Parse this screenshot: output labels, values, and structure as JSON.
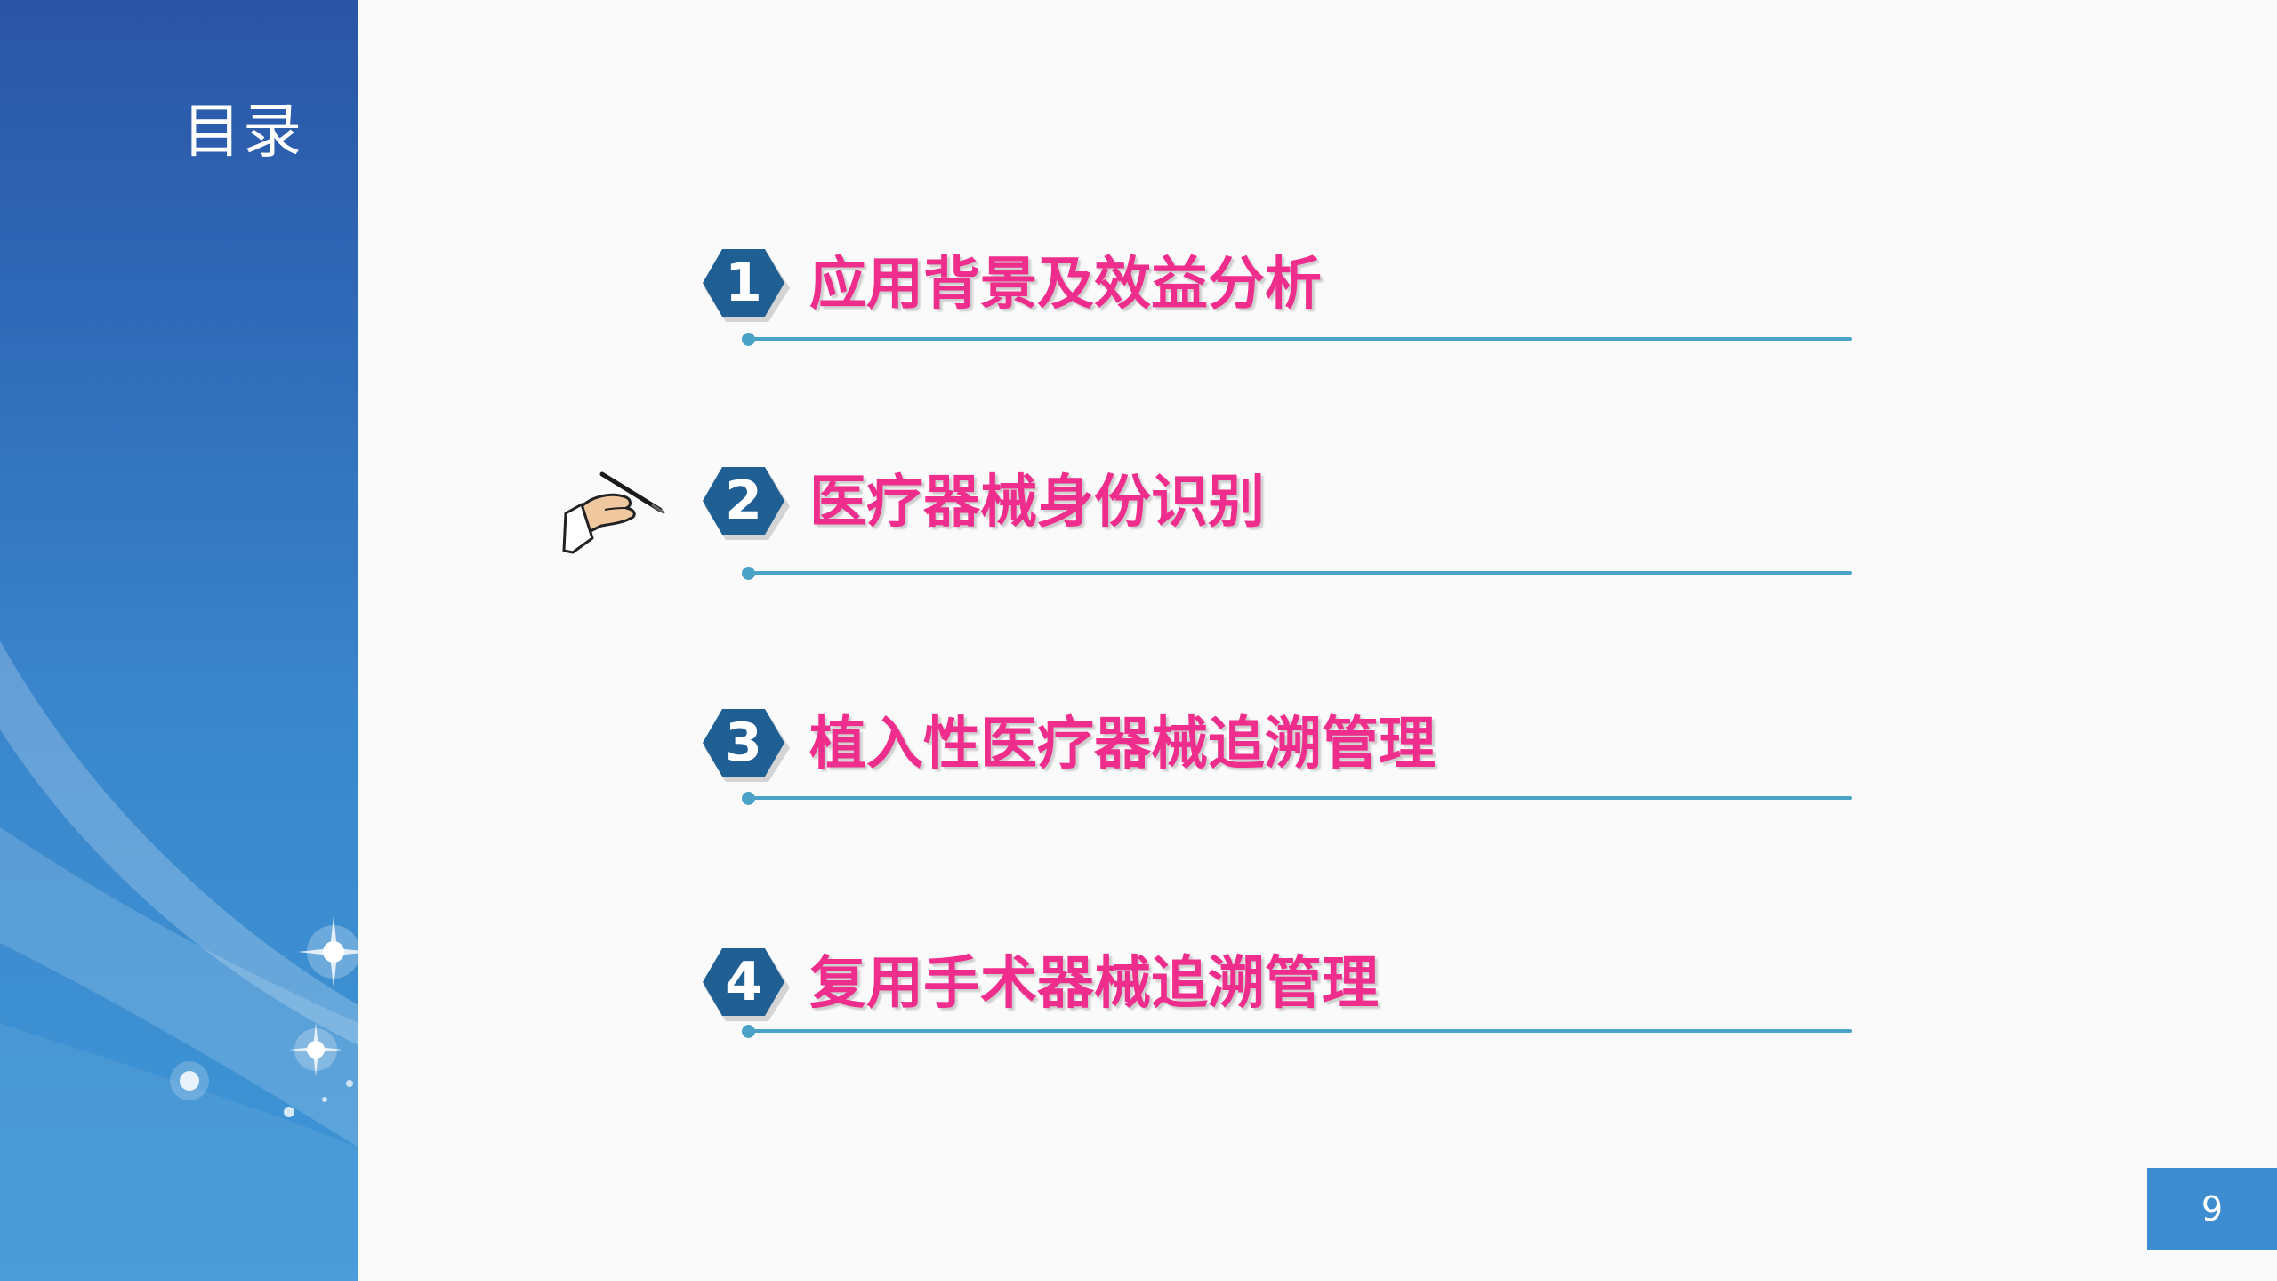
{
  "sidebar": {
    "title": "目录"
  },
  "toc": {
    "items": [
      {
        "number": "1",
        "label": "应用背景及效益分析"
      },
      {
        "number": "2",
        "label": "医疗器械身份识别"
      },
      {
        "number": "3",
        "label": "植入性医疗器械追溯管理"
      },
      {
        "number": "4",
        "label": "复用手术器械追溯管理"
      }
    ],
    "current_index": 1
  },
  "footer": {
    "page_number": "9"
  },
  "icons": {
    "pointer": "hand-with-pen-icon",
    "badge": "hexagon-badge-icon"
  },
  "colors": {
    "sidebar_blue_top": "#2b55a6",
    "sidebar_blue_bottom": "#3d96d6",
    "badge_blue": "#1f5f94",
    "label_pink": "#ee2d8c",
    "rule_teal": "#4aa3c6",
    "page_badge_blue": "#3d8dd0"
  }
}
